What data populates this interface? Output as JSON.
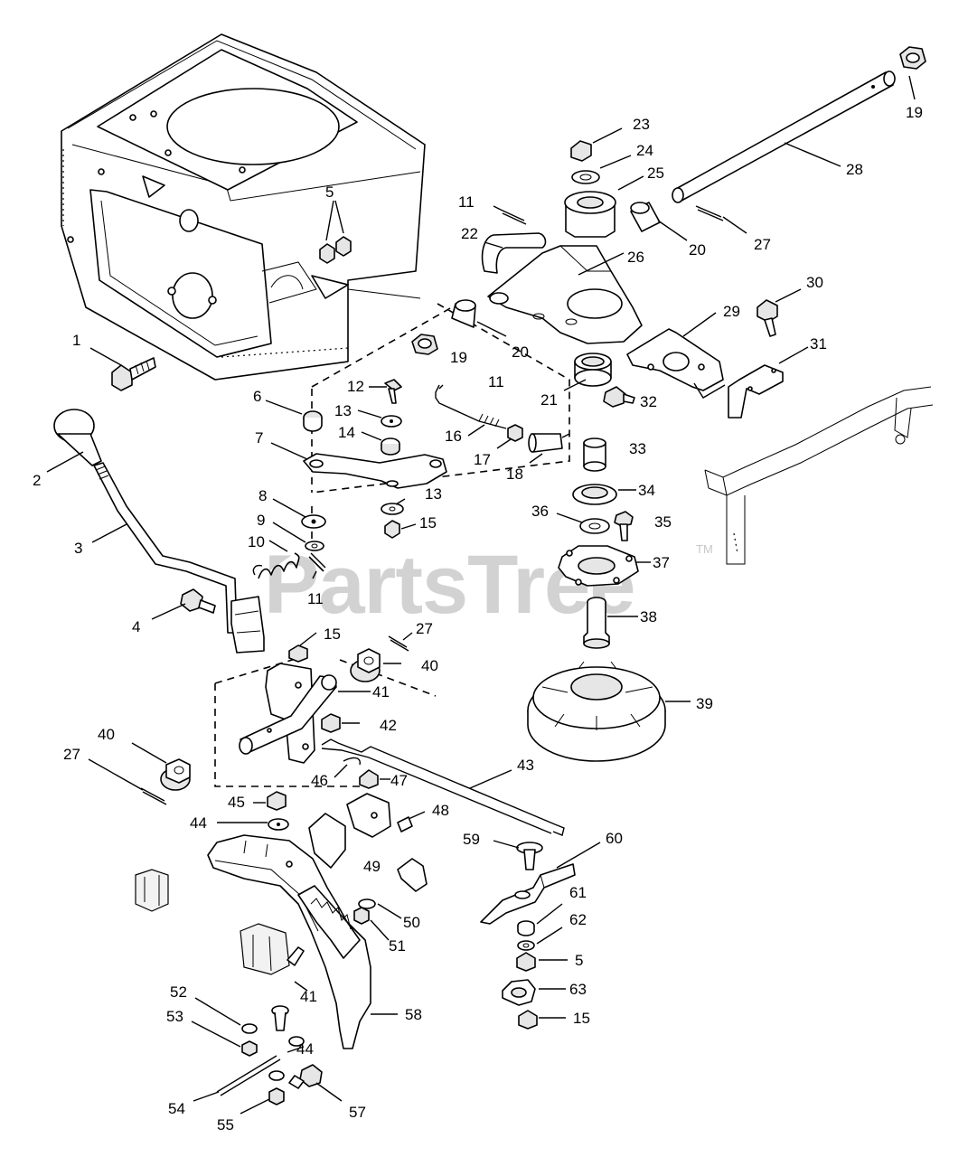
{
  "watermark": {
    "text": "PartsTree",
    "trademark": "TM"
  },
  "callouts": [
    {
      "id": "c-19a",
      "text": "19"
    },
    {
      "id": "c-23",
      "text": "23"
    },
    {
      "id": "c-24",
      "text": "24"
    },
    {
      "id": "c-25",
      "text": "25"
    },
    {
      "id": "c-28",
      "text": "28"
    },
    {
      "id": "c-5a",
      "text": "5"
    },
    {
      "id": "c-11a",
      "text": "11"
    },
    {
      "id": "c-22",
      "text": "22"
    },
    {
      "id": "c-20a",
      "text": "20"
    },
    {
      "id": "c-27a",
      "text": "27"
    },
    {
      "id": "c-26",
      "text": "26"
    },
    {
      "id": "c-30",
      "text": "30"
    },
    {
      "id": "c-29",
      "text": "29"
    },
    {
      "id": "c-1",
      "text": "1"
    },
    {
      "id": "c-19b",
      "text": "19"
    },
    {
      "id": "c-20b",
      "text": "20"
    },
    {
      "id": "c-31",
      "text": "31"
    },
    {
      "id": "c-11b",
      "text": "11"
    },
    {
      "id": "c-12",
      "text": "12"
    },
    {
      "id": "c-6",
      "text": "6"
    },
    {
      "id": "c-21",
      "text": "21"
    },
    {
      "id": "c-32",
      "text": "32"
    },
    {
      "id": "c-13a",
      "text": "13"
    },
    {
      "id": "c-14",
      "text": "14"
    },
    {
      "id": "c-16",
      "text": "16"
    },
    {
      "id": "c-7",
      "text": "7"
    },
    {
      "id": "c-17",
      "text": "17"
    },
    {
      "id": "c-33",
      "text": "33"
    },
    {
      "id": "c-2",
      "text": "2"
    },
    {
      "id": "c-18",
      "text": "18"
    },
    {
      "id": "c-13b",
      "text": "13"
    },
    {
      "id": "c-34",
      "text": "34"
    },
    {
      "id": "c-8",
      "text": "8"
    },
    {
      "id": "c-36",
      "text": "36"
    },
    {
      "id": "c-35",
      "text": "35"
    },
    {
      "id": "c-9",
      "text": "9"
    },
    {
      "id": "c-15a",
      "text": "15"
    },
    {
      "id": "c-3",
      "text": "3"
    },
    {
      "id": "c-10",
      "text": "10"
    },
    {
      "id": "c-37",
      "text": "37"
    },
    {
      "id": "c-11c",
      "text": "11"
    },
    {
      "id": "c-4",
      "text": "4"
    },
    {
      "id": "c-38",
      "text": "38"
    },
    {
      "id": "c-27b",
      "text": "27"
    },
    {
      "id": "c-15b",
      "text": "15"
    },
    {
      "id": "c-40a",
      "text": "40"
    },
    {
      "id": "c-41a",
      "text": "41"
    },
    {
      "id": "c-39",
      "text": "39"
    },
    {
      "id": "c-42",
      "text": "42"
    },
    {
      "id": "c-40b",
      "text": "40"
    },
    {
      "id": "c-27c",
      "text": "27"
    },
    {
      "id": "c-43",
      "text": "43"
    },
    {
      "id": "c-46",
      "text": "46"
    },
    {
      "id": "c-47",
      "text": "47"
    },
    {
      "id": "c-45",
      "text": "45"
    },
    {
      "id": "c-48",
      "text": "48"
    },
    {
      "id": "c-44a",
      "text": "44"
    },
    {
      "id": "c-59",
      "text": "59"
    },
    {
      "id": "c-60",
      "text": "60"
    },
    {
      "id": "c-49",
      "text": "49"
    },
    {
      "id": "c-61",
      "text": "61"
    },
    {
      "id": "c-50",
      "text": "50"
    },
    {
      "id": "c-62",
      "text": "62"
    },
    {
      "id": "c-51",
      "text": "51"
    },
    {
      "id": "c-5b",
      "text": "5"
    },
    {
      "id": "c-63",
      "text": "63"
    },
    {
      "id": "c-41b",
      "text": "41"
    },
    {
      "id": "c-52",
      "text": "52"
    },
    {
      "id": "c-58",
      "text": "58"
    },
    {
      "id": "c-15c",
      "text": "15"
    },
    {
      "id": "c-53",
      "text": "53"
    },
    {
      "id": "c-44b",
      "text": "44"
    },
    {
      "id": "c-54",
      "text": "54"
    },
    {
      "id": "c-57",
      "text": "57"
    },
    {
      "id": "c-55",
      "text": "55"
    }
  ]
}
